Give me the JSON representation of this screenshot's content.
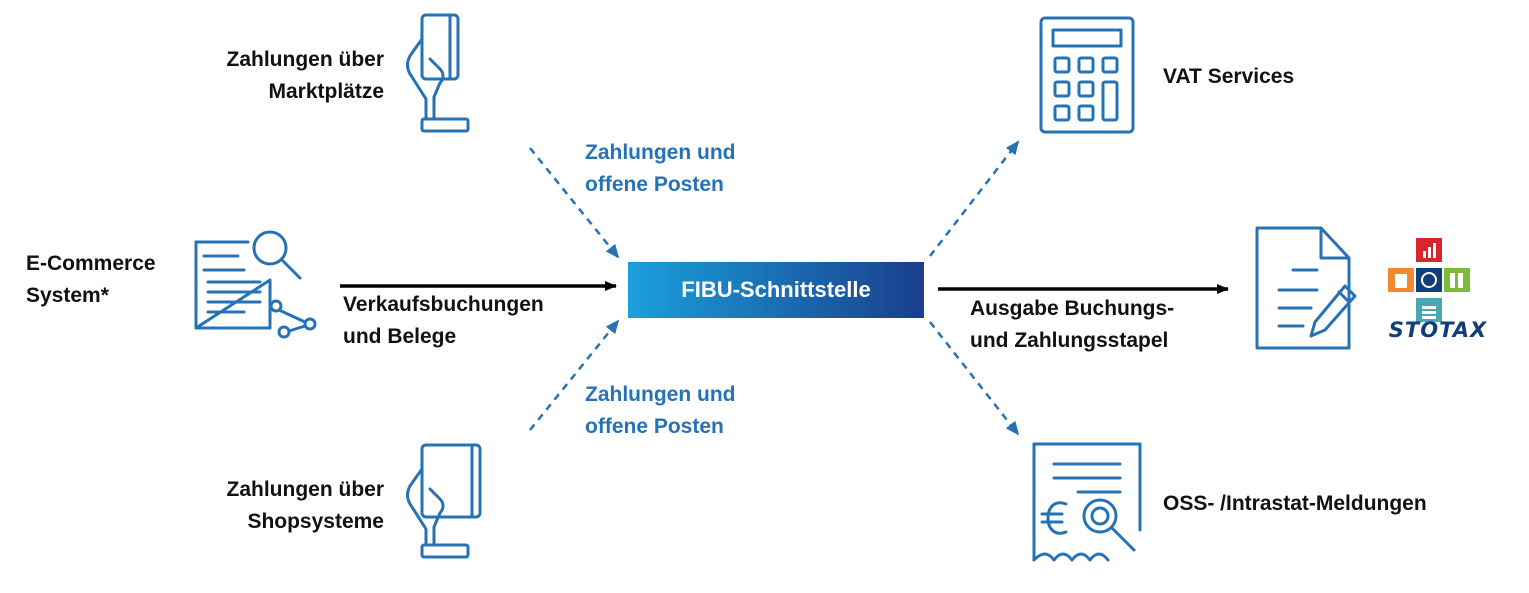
{
  "sources": {
    "marketplaces": {
      "line1": "Zahlungen über",
      "line2": "Marktplätze"
    },
    "ecommerce": {
      "line1": "E-Commerce",
      "line2": "System*"
    },
    "shopsystems": {
      "line1": "Zahlungen über",
      "line2": "Shopsysteme"
    }
  },
  "flows": {
    "top": {
      "line1": "Zahlungen und",
      "line2": "offene Posten"
    },
    "middle": {
      "line1": "Verkaufsbuchungen",
      "line2": "und Belege"
    },
    "bottom": {
      "line1": "Zahlungen und",
      "line2": "offene Posten"
    },
    "output": {
      "line1": "Ausgabe Buchungs-",
      "line2": "und Zahlungsstapel"
    }
  },
  "hub": {
    "label": "FIBU-Schnittstelle"
  },
  "targets": {
    "vat": {
      "label": "VAT Services"
    },
    "oss": {
      "label": "OSS- /Intrastat-Meldungen"
    },
    "stotax": {
      "label": "STOTAX"
    }
  },
  "icons": {
    "marketplaces": "hand-card-icon",
    "ecommerce": "document-search-network-icon",
    "shopsystems": "hand-card-icon",
    "vat": "calculator-icon",
    "export": "document-pen-icon",
    "oss": "euro-receipt-search-icon",
    "stotax": "stotax-logo"
  },
  "colors": {
    "icon_blue": "#2672b6",
    "text_blue": "#2672b6",
    "hub_gradient_start": "#1aa0dc",
    "hub_gradient_end": "#1a3e8c",
    "arrow_black": "#000000",
    "stotax_red": "#d7262d",
    "stotax_orange": "#f08a2d",
    "stotax_green": "#7dbb3b",
    "stotax_teal": "#4aa8b4",
    "stotax_navy": "#0f3e7a"
  }
}
